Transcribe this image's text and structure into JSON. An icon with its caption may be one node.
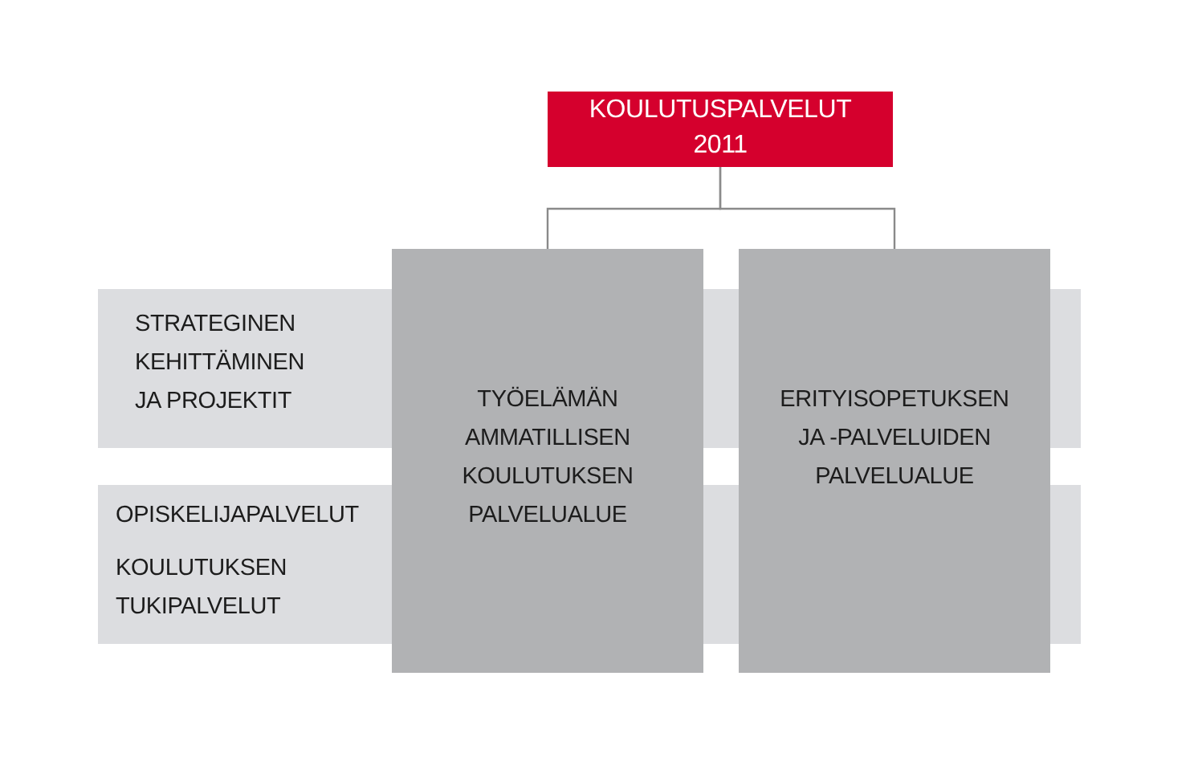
{
  "diagram": {
    "nodes": [
      {
        "text": [
          "KOULUTUSPALVELUT 2011"
        ]
      },
      {
        "text": [
          "STRATEGINEN KEHITTÄMINEN JA PROJEKTIT"
        ]
      },
      {
        "text": [
          "OPISKELIJAPALVELUT",
          "KOULUTUKSEN TUKIPALVELUT"
        ]
      },
      {
        "text": [
          "TYÖELÄMÄN AMMATILLISEN KOULUTUKSEN PALVELUALUE"
        ]
      },
      {
        "text": [
          "ERITYISOPETUKSEN JA -PALVELUIDEN PALVELUALUE"
        ]
      }
    ],
    "edges": [
      {
        "from": 0,
        "to": 3,
        "arrow": "none"
      },
      {
        "from": 0,
        "to": 4,
        "arrow": "none"
      }
    ]
  }
}
